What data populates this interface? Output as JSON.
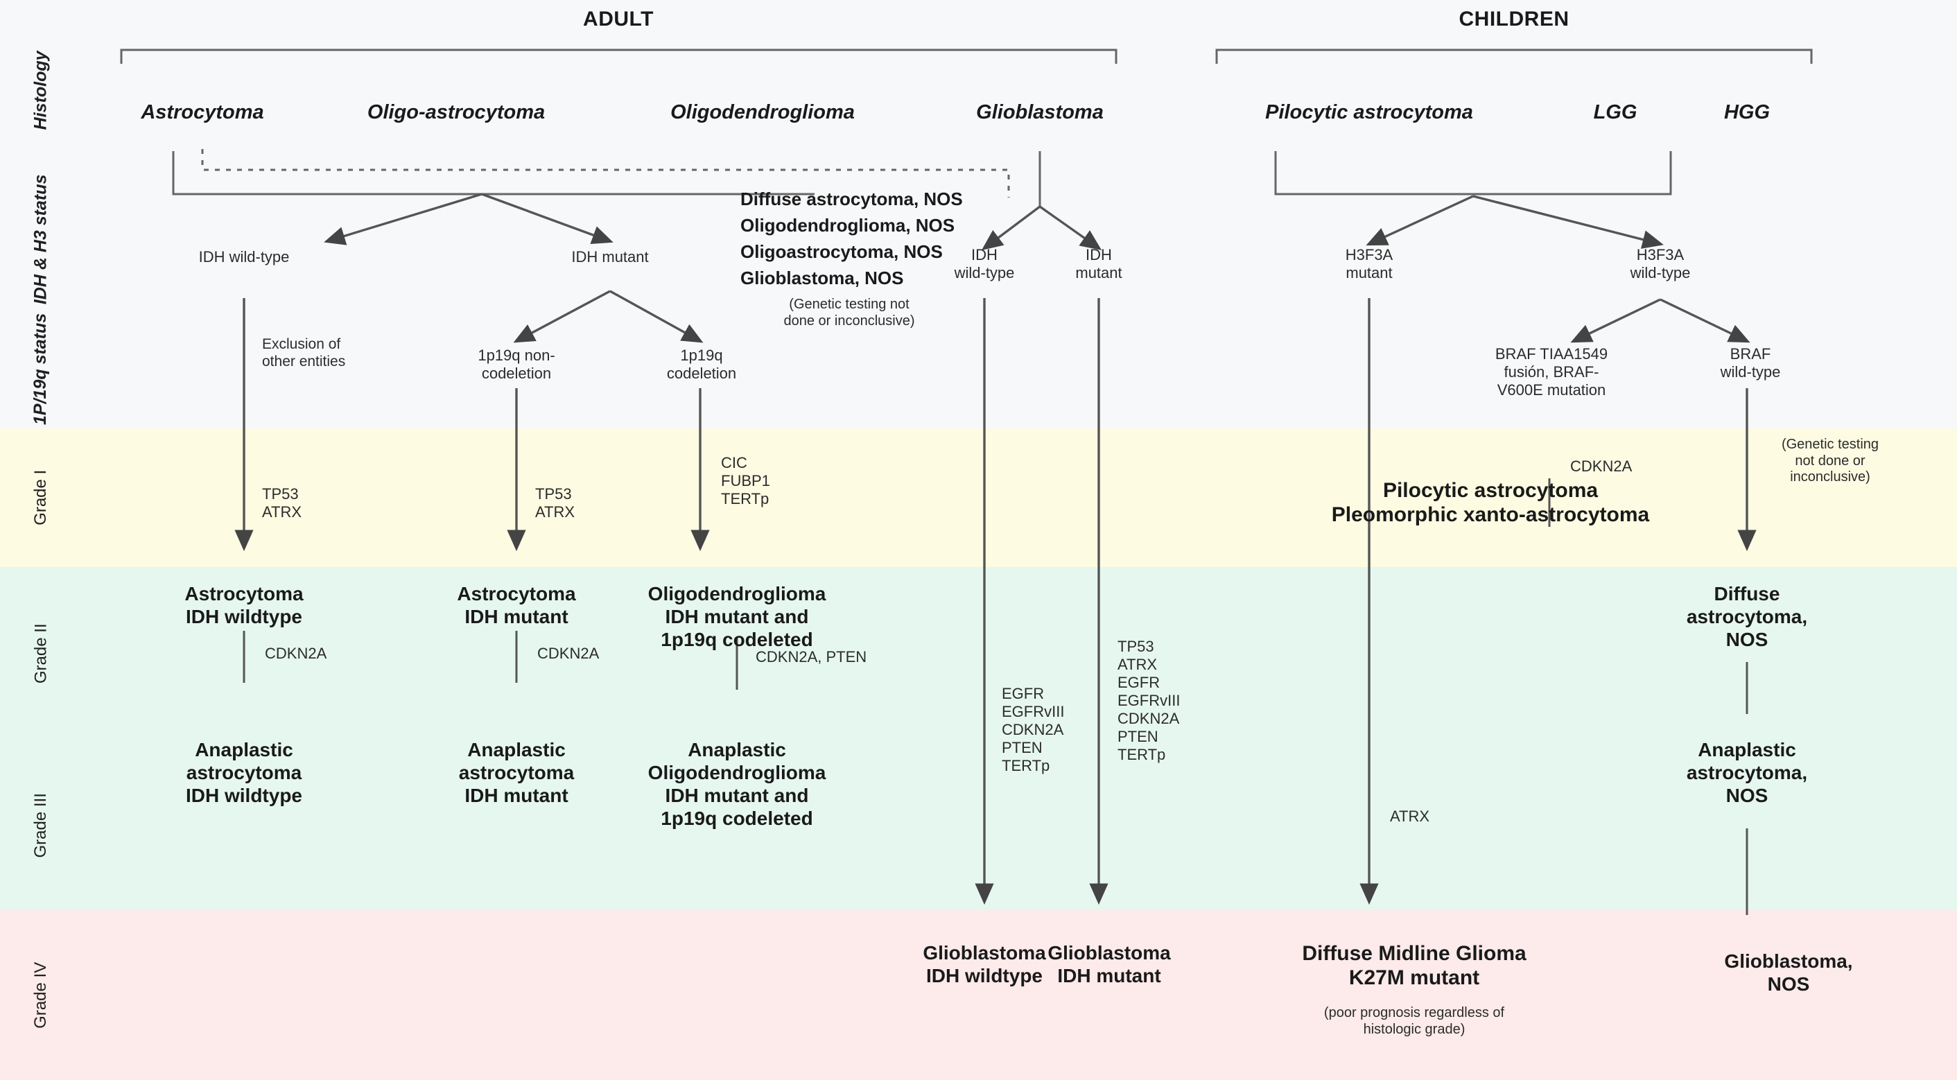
{
  "groups": {
    "adult": "ADULT",
    "children": "CHILDREN"
  },
  "row_labels": [
    {
      "id": "histology",
      "text": "Histology"
    },
    {
      "id": "idh-h3-status",
      "text": "IDH & H3\nstatus"
    },
    {
      "id": "1p19q-status",
      "text": "1P/19q\nstatus"
    },
    {
      "id": "grade-1",
      "text": "Grade I"
    },
    {
      "id": "grade-2",
      "text": "Grade II"
    },
    {
      "id": "grade-3",
      "text": "Grade III"
    },
    {
      "id": "grade-4",
      "text": "Grade IV"
    }
  ],
  "histology": [
    {
      "id": "astrocytoma",
      "text": "Astrocytoma"
    },
    {
      "id": "oligo-astrocytoma",
      "text": "Oligo-astrocytoma"
    },
    {
      "id": "oligodendroglioma",
      "text": "Oligodendroglioma"
    },
    {
      "id": "glioblastoma",
      "text": "Glioblastoma"
    },
    {
      "id": "pilocytic-astrocytoma",
      "text": "Pilocytic astrocytoma"
    },
    {
      "id": "lgg",
      "text": "LGG"
    },
    {
      "id": "hgg",
      "text": "HGG"
    }
  ],
  "idh_status": [
    {
      "id": "idh-wild-type",
      "text": "IDH wild-type"
    },
    {
      "id": "idh-mutant",
      "text": "IDH mutant"
    },
    {
      "id": "gbm-idh-wild-type",
      "text": "IDH\nwild-type"
    },
    {
      "id": "gbm-idh-mutant",
      "text": "IDH\nmutant"
    },
    {
      "id": "h3f3a-mutant",
      "text": "H3F3A\nmutant"
    },
    {
      "id": "h3f3a-wild-type",
      "text": "H3F3A\nwild-type"
    }
  ],
  "nos_block": {
    "lines": [
      "Diffuse astrocytoma, NOS",
      "Oligodendroglioma, NOS",
      "Oligoastrocytoma, NOS",
      "Glioblastoma, NOS"
    ],
    "note": "(Genetic testing not\ndone or inconclusive)"
  },
  "codeletion_status": [
    {
      "id": "exclusion-other-entities",
      "text": "Exclusion of\nother entities"
    },
    {
      "id": "1p19q-non-codeletion",
      "text": "1p19q non-\ncodeletion"
    },
    {
      "id": "1p19q-codeletion",
      "text": "1p19q\ncodeletion"
    }
  ],
  "braf_status": [
    {
      "id": "braf-fusion-mutation",
      "text": "BRAF TIAA1549\nfusión, BRAF-\nV600E mutation"
    },
    {
      "id": "braf-wild-type",
      "text": "BRAF\nwild-type"
    }
  ],
  "braf_wt_note": "(Genetic testing\nnot done or\ninconclusive)",
  "gene_markers": [
    {
      "id": "marker-tp53-atrx-left",
      "text": "TP53\nATRX"
    },
    {
      "id": "marker-tp53-atrx-mid",
      "text": "TP53\nATRX"
    },
    {
      "id": "marker-cic-fubp1-tertp",
      "text": "CIC\nFUBP1\nTERTp"
    },
    {
      "id": "marker-cdkn2a-1",
      "text": "CDKN2A"
    },
    {
      "id": "marker-cdkn2a-2",
      "text": "CDKN2A"
    },
    {
      "id": "marker-cdkn2a-pten",
      "text": "CDKN2A, PTEN"
    },
    {
      "id": "marker-gbm-wt-genes",
      "text": "EGFR\nEGFRvIII\nCDKN2A\nPTEN\nTERTp"
    },
    {
      "id": "marker-gbm-mut-genes",
      "text": "TP53\nATRX\nEGFR\nEGFRvIII\nCDKN2A\nPTEN\nTERTp"
    },
    {
      "id": "marker-cdkn2a-braf",
      "text": "CDKN2A"
    },
    {
      "id": "marker-atrx-h3f3a",
      "text": "ATRX"
    }
  ],
  "grade1_diagnoses": [
    {
      "id": "pilocytic-astrocytoma-dx",
      "text": "Pilocytic astrocytoma\nPleomorphic xanto-astrocytoma"
    }
  ],
  "grade2_diagnoses": [
    {
      "id": "astrocytoma-idh-wildtype",
      "text": "Astrocytoma\nIDH wildtype"
    },
    {
      "id": "astrocytoma-idh-mutant",
      "text": "Astrocytoma\nIDH mutant"
    },
    {
      "id": "oligodendroglioma-idh-mut-1p19q",
      "text": "Oligodendroglioma\nIDH mutant and\n1p19q codeleted"
    },
    {
      "id": "diffuse-astrocytoma-nos",
      "text": "Diffuse\nastrocytoma,\nNOS"
    }
  ],
  "grade3_diagnoses": [
    {
      "id": "anaplastic-astrocytoma-idh-wildtype",
      "text": "Anaplastic\nastrocytoma\nIDH wildtype"
    },
    {
      "id": "anaplastic-astrocytoma-idh-mutant",
      "text": "Anaplastic\nastrocytoma\nIDH mutant"
    },
    {
      "id": "anaplastic-oligodendroglioma",
      "text": "Anaplastic\nOligodendroglioma\nIDH mutant and\n1p19q codeleted"
    },
    {
      "id": "anaplastic-astrocytoma-nos",
      "text": "Anaplastic\nastrocytoma,\nNOS"
    }
  ],
  "grade4_diagnoses": [
    {
      "id": "glioblastoma-idh-wildtype",
      "text": "Glioblastoma\nIDH wildtype"
    },
    {
      "id": "glioblastoma-idh-mutant",
      "text": "Glioblastoma\nIDH mutant"
    },
    {
      "id": "diffuse-midline-glioma",
      "text": "Diffuse Midline Glioma\nK27M mutant"
    },
    {
      "id": "glioblastoma-nos",
      "text": "Glioblastoma, NOS"
    }
  ],
  "grade4_note": "(poor prognosis regardless of\nhistologic grade)",
  "colors": {
    "band_top": "#f7f8fa",
    "band_grade1": "#fdfbe2",
    "band_grade23": "#e6f7f0",
    "band_grade4": "#fdeaea",
    "line": "#555555",
    "text": "#1a1a1a"
  }
}
